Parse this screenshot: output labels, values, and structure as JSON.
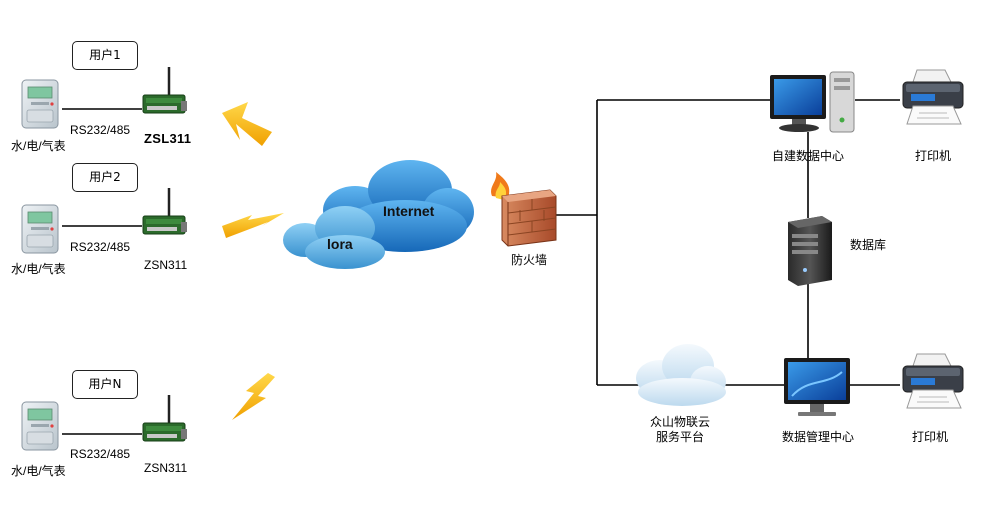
{
  "users": [
    {
      "box": "用户1",
      "link": "RS232/485",
      "meter": "水/电/气表",
      "device": "ZSL311"
    },
    {
      "box": "用户2",
      "link": "RS232/485",
      "meter": "水/电/气表",
      "device": "ZSN311"
    },
    {
      "box": "用户N",
      "link": "RS232/485",
      "meter": "水/电/气表",
      "device": "ZSN311"
    }
  ],
  "clouds": {
    "internet": "Internet",
    "lora": "lora"
  },
  "firewall": "防火墙",
  "self_data_center": "自建数据中心",
  "printer_top": "打印机",
  "database": "数据库",
  "platform_line1": "众山物联云",
  "platform_line2": "服务平台",
  "data_mgmt_center": "数据管理中心",
  "printer_bottom": "打印机",
  "colors": {
    "lightning": "#f6b800",
    "cloud_blue": "#1e86d6",
    "cloud_light": "#dcecf8",
    "firewall_brick": "#c0623c",
    "screen_blue": "#1260c0"
  }
}
